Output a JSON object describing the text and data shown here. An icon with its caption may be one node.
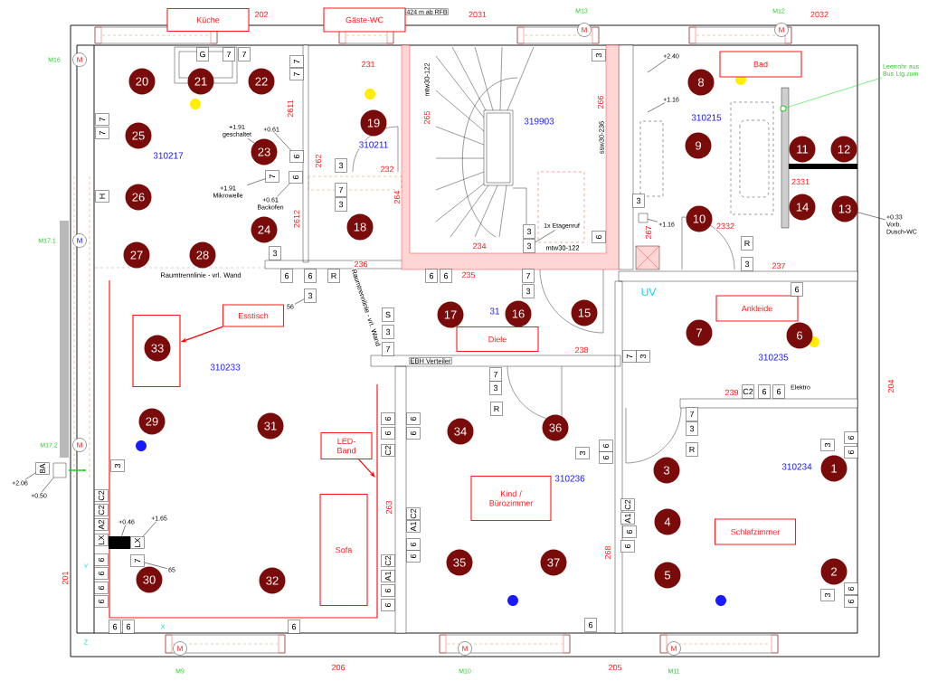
{
  "diagram": {
    "nodes": [
      {
        "text": [
          "Küche"
        ]
      },
      {
        "text": [
          "Gäste-WC"
        ]
      },
      {
        "text": [
          "Bad"
        ]
      },
      {
        "text": [
          "Ankleide"
        ]
      },
      {
        "text": [
          "Diele"
        ]
      },
      {
        "text": [
          "Esstisch"
        ]
      },
      {
        "text": [
          "LED-Band"
        ]
      },
      {
        "text": [
          "Sofa"
        ]
      },
      {
        "text": [
          "Kind / Bürozimmer"
        ]
      },
      {
        "text": [
          "Schlafzimmer"
        ]
      },
      {
        "text": [],
        "shape": "box"
      },
      {
        "text": [
          "1"
        ]
      },
      {
        "text": [
          "2"
        ]
      },
      {
        "text": [
          "3"
        ]
      },
      {
        "text": [
          "4"
        ]
      },
      {
        "text": [
          "5"
        ]
      },
      {
        "text": [
          "6"
        ]
      },
      {
        "text": [
          "7"
        ]
      },
      {
        "text": [
          "8"
        ]
      },
      {
        "text": [
          "9"
        ]
      },
      {
        "text": [
          "10"
        ]
      },
      {
        "text": [
          "11"
        ]
      },
      {
        "text": [
          "12"
        ]
      },
      {
        "text": [
          "13"
        ]
      },
      {
        "text": [
          "14"
        ]
      },
      {
        "text": [
          "15"
        ]
      },
      {
        "text": [
          "16"
        ]
      },
      {
        "text": [
          "17"
        ]
      },
      {
        "text": [
          "18"
        ]
      },
      {
        "text": [
          "19"
        ]
      },
      {
        "text": [
          "20"
        ]
      },
      {
        "text": [
          "21"
        ]
      },
      {
        "text": [
          "22"
        ]
      },
      {
        "text": [
          "23"
        ]
      },
      {
        "text": [
          "24"
        ]
      },
      {
        "text": [
          "25"
        ]
      },
      {
        "text": [
          "26"
        ]
      },
      {
        "text": [
          "27"
        ]
      },
      {
        "text": [
          "28"
        ]
      },
      {
        "text": [
          "29"
        ]
      },
      {
        "text": [
          "30"
        ]
      },
      {
        "text": [
          "31"
        ]
      },
      {
        "text": [
          "32"
        ]
      },
      {
        "text": [
          "33"
        ],
        "in": 10
      },
      {
        "text": [
          "34"
        ]
      },
      {
        "text": [
          "35"
        ]
      },
      {
        "text": [
          "36"
        ]
      },
      {
        "text": [
          "37"
        ]
      },
      {
        "text": [
          "G"
        ]
      },
      {
        "text": [
          "7"
        ]
      },
      {
        "text": [
          "7"
        ]
      },
      {
        "text": [
          "7"
        ]
      },
      {
        "text": [
          "7"
        ]
      },
      {
        "text": [
          "7"
        ]
      },
      {
        "text": [
          "7"
        ]
      },
      {
        "text": [
          "H"
        ]
      },
      {
        "text": [
          "6"
        ]
      },
      {
        "text": [
          "7"
        ]
      },
      {
        "text": [
          "6"
        ]
      },
      {
        "text": [
          "3"
        ]
      },
      {
        "text": [
          "6"
        ]
      },
      {
        "text": [
          "6"
        ]
      },
      {
        "text": [
          "R"
        ]
      },
      {
        "text": [
          "3"
        ]
      },
      {
        "text": [
          "3"
        ]
      },
      {
        "text": [
          "7"
        ]
      },
      {
        "text": [
          "3"
        ]
      },
      {
        "text": [
          "3"
        ]
      },
      {
        "text": [
          "3"
        ]
      },
      {
        "text": [
          "3"
        ]
      },
      {
        "text": [
          "6"
        ]
      },
      {
        "text": [
          "6"
        ]
      },
      {
        "text": [
          "6"
        ]
      },
      {
        "text": [
          "7"
        ]
      },
      {
        "text": [
          "3"
        ]
      },
      {
        "text": [
          "S"
        ]
      },
      {
        "text": [
          "3"
        ]
      },
      {
        "text": [
          "7"
        ]
      },
      {
        "text": [
          "3"
        ]
      },
      {
        "text": [
          "R"
        ]
      },
      {
        "text": [
          "3"
        ]
      },
      {
        "text": [
          "6"
        ]
      },
      {
        "text": [
          "7"
        ]
      },
      {
        "text": [
          "3"
        ]
      },
      {
        "text": [
          "C2"
        ]
      },
      {
        "text": [
          "6"
        ]
      },
      {
        "text": [
          "6"
        ]
      },
      {
        "text": [
          "7"
        ]
      },
      {
        "text": [
          "3"
        ]
      },
      {
        "text": [
          "R"
        ]
      },
      {
        "text": [
          "3"
        ]
      },
      {
        "text": [
          "6"
        ]
      },
      {
        "text": [
          "6"
        ]
      },
      {
        "text": [
          "C2"
        ]
      },
      {
        "text": [
          "A1"
        ]
      },
      {
        "text": [
          "6"
        ]
      },
      {
        "text": [
          "6"
        ]
      },
      {
        "text": [
          "3"
        ]
      },
      {
        "text": [
          "6"
        ]
      },
      {
        "text": [
          "6"
        ]
      },
      {
        "text": [
          "7"
        ]
      },
      {
        "text": [
          "3"
        ]
      },
      {
        "text": [
          "R"
        ]
      },
      {
        "text": [
          "6"
        ]
      },
      {
        "text": [
          "6"
        ]
      },
      {
        "text": [
          "C2"
        ]
      },
      {
        "text": [
          "6"
        ]
      },
      {
        "text": [
          "6"
        ]
      },
      {
        "text": [
          "3"
        ]
      },
      {
        "text": [
          "6"
        ]
      },
      {
        "text": [
          "6"
        ]
      },
      {
        "text": [
          "C2"
        ]
      },
      {
        "text": [
          "A1"
        ]
      },
      {
        "text": [
          "6"
        ]
      },
      {
        "text": [
          "6"
        ]
      },
      {
        "text": [
          "C2"
        ]
      },
      {
        "text": [
          "A1"
        ]
      },
      {
        "text": [
          "6"
        ]
      },
      {
        "text": [
          "6"
        ]
      },
      {
        "text": [
          "6"
        ]
      },
      {
        "text": [
          "3"
        ]
      },
      {
        "text": [
          "C2"
        ]
      },
      {
        "text": [
          "C2"
        ]
      },
      {
        "text": [
          "A2"
        ]
      },
      {
        "text": [
          "LX"
        ]
      },
      {
        "text": [
          "6"
        ]
      },
      {
        "text": [
          "6"
        ]
      },
      {
        "text": [
          "6"
        ]
      },
      {
        "text": [
          "6"
        ]
      },
      {
        "text": [
          "LX"
        ]
      },
      {
        "text": [
          "7"
        ]
      },
      {
        "text": [
          "8A"
        ]
      },
      {
        "text": [
          "6"
        ]
      },
      {
        "text": [
          "6"
        ]
      },
      {
        "text": [
          "6"
        ]
      },
      {
        "text": [
          "+1.91 geschaltet"
        ]
      },
      {
        "text": [
          "+0.61"
        ]
      },
      {
        "text": [
          "+1.91 Mikrowelle"
        ]
      },
      {
        "text": [
          "+0.61 Backofen"
        ]
      },
      {
        "text": [
          "+2.40"
        ]
      },
      {
        "text": [
          "+1.16"
        ]
      },
      {
        "text": [
          "+1.16"
        ]
      },
      {
        "text": [
          "+0.33 Vorb. Dusch-WC"
        ]
      },
      {
        "text": [
          "Leerrohr aus Bus Ltg.zum"
        ]
      },
      {
        "text": [
          "1x Etagenruf"
        ]
      },
      {
        "text": [
          "56"
        ]
      },
      {
        "text": [
          "+0.46"
        ]
      },
      {
        "text": [
          "+1.65"
        ]
      },
      {
        "text": [
          "+2.06"
        ]
      },
      {
        "text": [
          "+0.50"
        ]
      },
      {
        "text": [
          "65"
        ]
      },
      {
        "text": [],
        "shape": "bar"
      },
      {
        "text": [],
        "shape": "circle"
      },
      {
        "text": [],
        "shape": "box"
      },
      {
        "text": [],
        "shape": "box"
      }
    ],
    "edges": [
      {
        "from": 5,
        "to": 10,
        "arrow": "to",
        "color": "#ff0000"
      },
      {
        "from": 6,
        "to": null,
        "arrow": "to",
        "color": "#ff0000"
      },
      {
        "from": 135,
        "to": null,
        "arrow": "none"
      },
      {
        "from": 136,
        "to": 56,
        "arrow": "none"
      },
      {
        "from": 137,
        "to": 57,
        "arrow": "none"
      },
      {
        "from": 138,
        "to": 58,
        "arrow": "none"
      },
      {
        "from": 139,
        "to": null,
        "arrow": "none"
      },
      {
        "from": 140,
        "to": null,
        "arrow": "none"
      },
      {
        "from": 141,
        "to": 154,
        "arrow": "none"
      },
      {
        "from": 142,
        "to": 23,
        "arrow": "none"
      },
      {
        "from": 143,
        "to": 152,
        "arrow": "none",
        "color": "#00dd00"
      },
      {
        "from": 144,
        "to": 69,
        "arrow": "none"
      },
      {
        "from": 145,
        "to": 63,
        "arrow": "none"
      },
      {
        "from": 146,
        "to": 151,
        "arrow": "none"
      },
      {
        "from": 147,
        "to": 129,
        "arrow": "none"
      },
      {
        "from": 148,
        "to": 131,
        "arrow": "none"
      },
      {
        "from": 149,
        "to": 153,
        "arrow": "none"
      },
      {
        "from": 150,
        "to": 130,
        "arrow": "none"
      }
    ],
    "labels": [
      "202",
      "424 m ab RFB",
      "2031",
      "M13",
      "M12",
      "2032",
      "M16",
      "231",
      "mtw30-122",
      "265",
      "319903",
      "266",
      "ssw30-236",
      "310215",
      "310217",
      "2611",
      "262",
      "310211",
      "232",
      "2331",
      "264",
      "2612",
      "2332",
      "267",
      "M17.1",
      "234",
      "mtw30-122",
      "Raumtrennlinie - vrl. Wand",
      "236",
      "237",
      "235",
      "UV",
      "Raumtrennlinie - vrl. Wand",
      "31",
      "238",
      "EBH Verteiler",
      "310235",
      "310233",
      "239",
      "Elektro",
      "204",
      "M17.2",
      "310234",
      "310236",
      "263",
      "268",
      "Y",
      "201",
      "X",
      "Z",
      "206",
      "205",
      "M9",
      "M10",
      "M11",
      "M",
      "M",
      "M",
      "M",
      "M",
      "M",
      "M",
      "M"
    ]
  }
}
